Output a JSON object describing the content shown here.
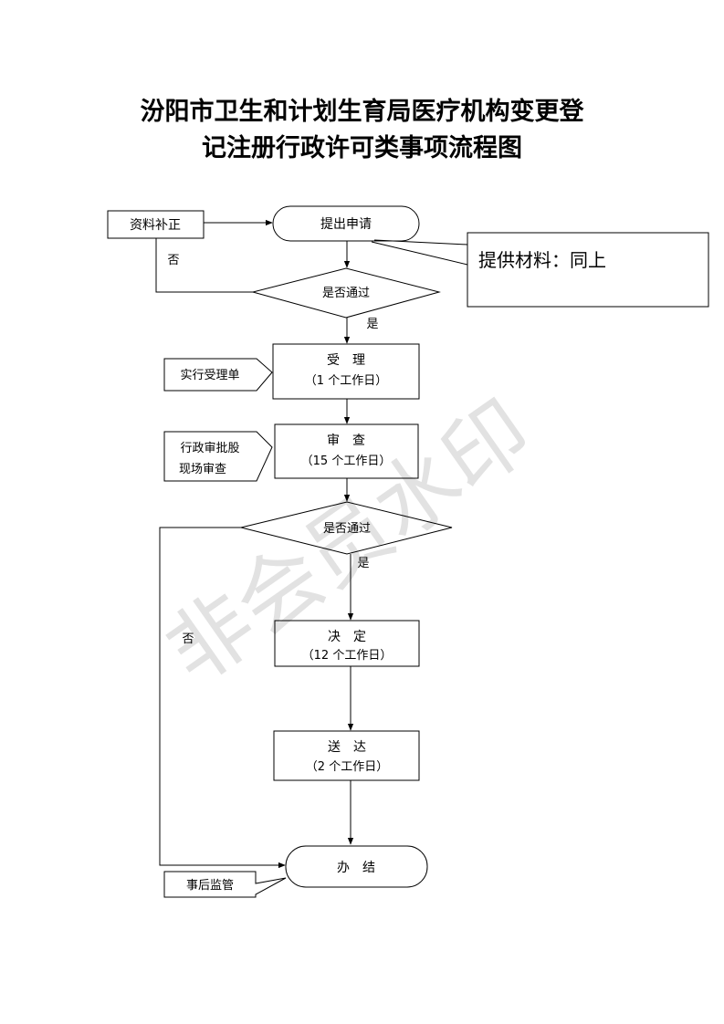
{
  "title": {
    "line1": "汾阳市卫生和计划生育局医疗机构变更登",
    "line2": "记注册行政许可类事项流程图"
  },
  "watermark": "非会员水印",
  "flow": {
    "supplement": "资料补正",
    "submit": "提出申请",
    "materials_note": "提供材料：同上",
    "check1": "是否通过",
    "no1": "否",
    "yes1": "是",
    "accept_title": "受　理",
    "accept_days": "（1 个工作日）",
    "accept_note": "实行受理单",
    "review_title": "审　查",
    "review_days": "（15 个工作日）",
    "review_note_line1": "行政审批股",
    "review_note_line2": "现场审查",
    "check2": "是否通过",
    "yes2": "是",
    "no2": "否",
    "decision_title": "决　定",
    "decision_days": "（12 个工作日）",
    "deliver_title": "送　达",
    "deliver_days": "（2 个工作日）",
    "complete": "办　结",
    "supervise_note": "事后监管"
  }
}
